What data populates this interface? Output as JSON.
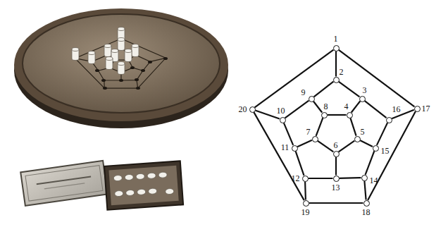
{
  "diagram": {
    "nodes": [
      {
        "text": [
          "1"
        ]
      },
      {
        "text": [
          "2"
        ]
      },
      {
        "text": [
          "3"
        ]
      },
      {
        "text": [
          "4"
        ]
      },
      {
        "text": [
          "5"
        ]
      },
      {
        "text": [
          "6"
        ]
      },
      {
        "text": [
          "7"
        ]
      },
      {
        "text": [
          "8"
        ]
      },
      {
        "text": [
          "9"
        ]
      },
      {
        "text": [
          "10"
        ]
      },
      {
        "text": [
          "11"
        ]
      },
      {
        "text": [
          "12"
        ]
      },
      {
        "text": [
          "13"
        ]
      },
      {
        "text": [
          "14"
        ]
      },
      {
        "text": [
          "15"
        ]
      },
      {
        "text": [
          "16"
        ]
      },
      {
        "text": [
          "17"
        ]
      },
      {
        "text": [
          "18"
        ]
      },
      {
        "text": [
          "19"
        ]
      },
      {
        "text": [
          "20"
        ]
      }
    ],
    "edges": [
      {
        "from": 0,
        "to": 16,
        "arrow": "none"
      },
      {
        "from": 16,
        "to": 17,
        "arrow": "none"
      },
      {
        "from": 17,
        "to": 18,
        "arrow": "none"
      },
      {
        "from": 18,
        "to": 19,
        "arrow": "none"
      },
      {
        "from": 19,
        "to": 0,
        "arrow": "none"
      },
      {
        "from": 0,
        "to": 1,
        "arrow": "none"
      },
      {
        "from": 16,
        "to": 15,
        "arrow": "none"
      },
      {
        "from": 17,
        "to": 13,
        "arrow": "none"
      },
      {
        "from": 18,
        "to": 11,
        "arrow": "none"
      },
      {
        "from": 19,
        "to": 9,
        "arrow": "none"
      },
      {
        "from": 1,
        "to": 2,
        "arrow": "none"
      },
      {
        "from": 2,
        "to": 15,
        "arrow": "none"
      },
      {
        "from": 15,
        "to": 14,
        "arrow": "none"
      },
      {
        "from": 14,
        "to": 13,
        "arrow": "none"
      },
      {
        "from": 13,
        "to": 12,
        "arrow": "none"
      },
      {
        "from": 12,
        "to": 11,
        "arrow": "none"
      },
      {
        "from": 11,
        "to": 10,
        "arrow": "none"
      },
      {
        "from": 10,
        "to": 9,
        "arrow": "none"
      },
      {
        "from": 9,
        "to": 8,
        "arrow": "none"
      },
      {
        "from": 8,
        "to": 1,
        "arrow": "none"
      },
      {
        "from": 7,
        "to": 3,
        "arrow": "none"
      },
      {
        "from": 3,
        "to": 4,
        "arrow": "none"
      },
      {
        "from": 4,
        "to": 5,
        "arrow": "none"
      },
      {
        "from": 5,
        "to": 6,
        "arrow": "none"
      },
      {
        "from": 6,
        "to": 7,
        "arrow": "none"
      },
      {
        "from": 2,
        "to": 3,
        "arrow": "none"
      },
      {
        "from": 14,
        "to": 4,
        "arrow": "none"
      },
      {
        "from": 12,
        "to": 5,
        "arrow": "none"
      },
      {
        "from": 10,
        "to": 6,
        "arrow": "none"
      },
      {
        "from": 8,
        "to": 7,
        "arrow": "none"
      }
    ]
  }
}
